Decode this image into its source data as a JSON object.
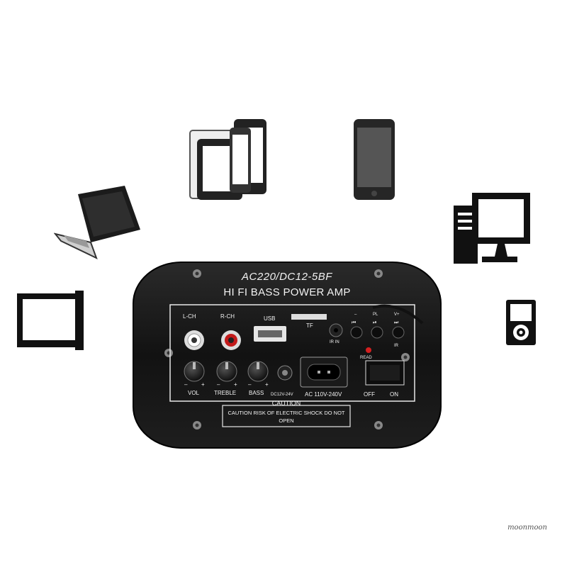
{
  "amplifier": {
    "model": "AC220/DC12-5BF",
    "title": "HI FI BASS POWER AMP",
    "channel_left": "L-CH",
    "channel_right": "R-CH",
    "usb": "USB",
    "tf": "TF",
    "ir_in": "IR IN",
    "prev": "–",
    "play": "PL",
    "vol_up": "V+",
    "ir": "IR",
    "read": "READ",
    "knob_vol": "VOL",
    "knob_treble": "TREBLE",
    "knob_bass": "BASS",
    "minus": "–",
    "plus": "+",
    "dc_input": "DC12V-24V",
    "ac_input": "AC 110V-240V",
    "switch_off": "OFF",
    "switch_on": "ON",
    "caution_title": "CAUTION",
    "caution_text": "CAUTION RISK OF ELECTRIC SHOCK DO NOT OPEN"
  },
  "devices": [
    "tablet-phone-icon",
    "smartphone-icon",
    "laptop-icon",
    "desktop-computer-icon",
    "monitor-icon",
    "mp3-player-icon"
  ],
  "watermark": "moonmoon",
  "colors": {
    "panel": "#161616",
    "icon": "#111111",
    "led": "#d42020",
    "rca_red": "#c21a1a"
  }
}
